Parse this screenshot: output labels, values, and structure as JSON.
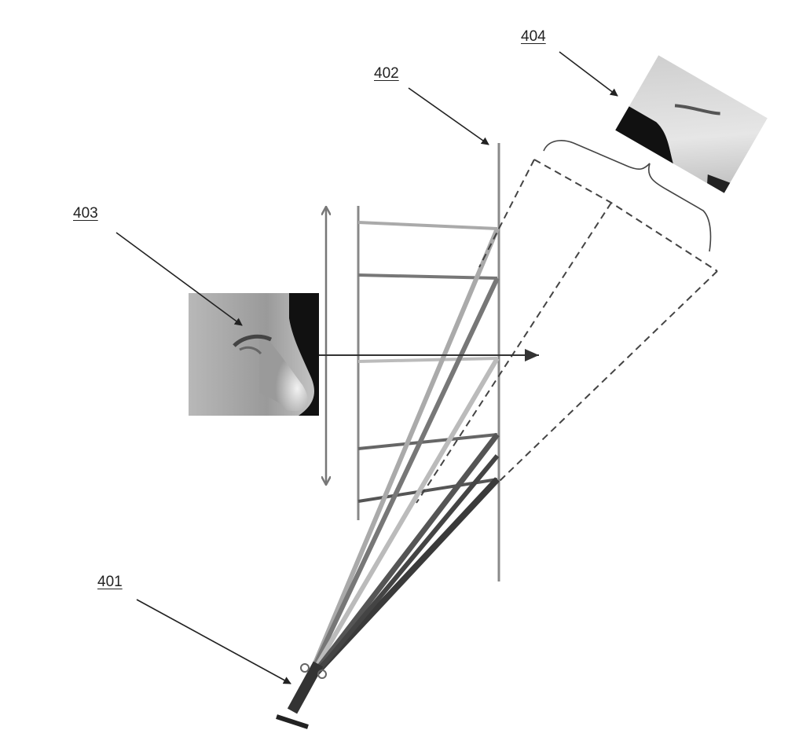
{
  "figure": {
    "labels": {
      "camera": "401",
      "display_plane": "402",
      "face_image": "403",
      "captured_image": "404"
    },
    "colors": {
      "line_dark": "#333333",
      "line_mid": "#6a6a6a",
      "line_light": "#a8a8a8"
    }
  }
}
